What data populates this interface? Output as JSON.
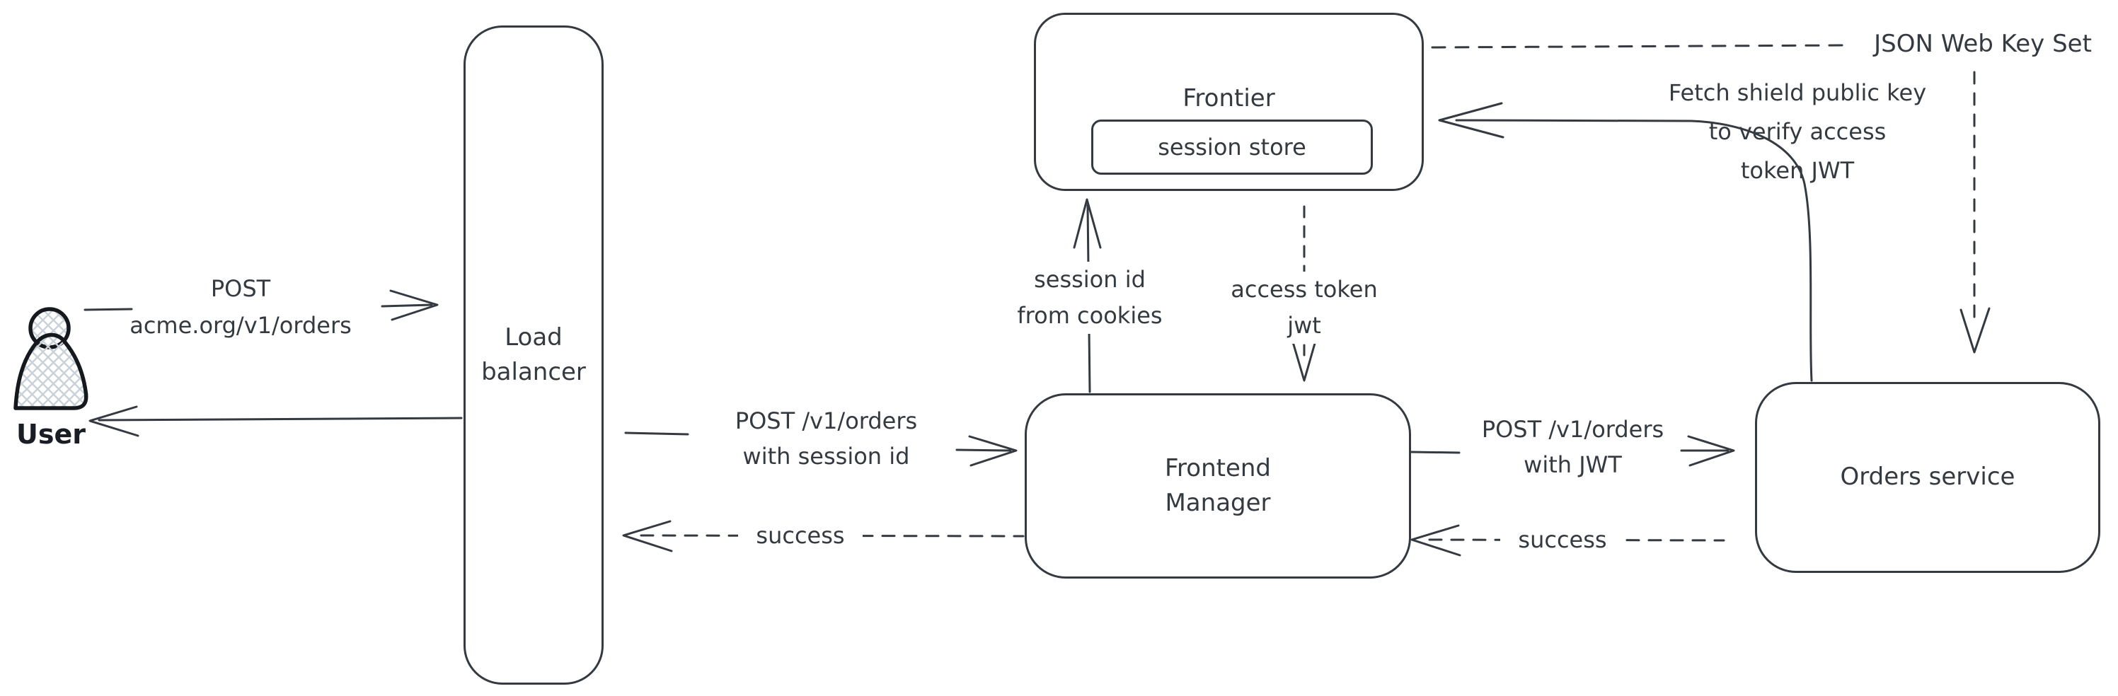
{
  "diagram_title": "Session-to-JWT request flow",
  "colors": {
    "ink": "#343a40",
    "user_ink": "#15181d",
    "hatch": "#c9d1d9",
    "background": "#ffffff"
  },
  "nodes": {
    "user": {
      "label": "User"
    },
    "load_balancer": {
      "line1": "Load",
      "line2": "balancer"
    },
    "frontier": {
      "title": "Frontier",
      "session_store": "session store"
    },
    "frontend_manager": {
      "line1": "Frontend",
      "line2": "Manager"
    },
    "orders_service": {
      "label": "Orders service"
    }
  },
  "edges": {
    "user_to_lb": {
      "line1": "POST",
      "line2": "acme.org/v1/orders"
    },
    "lb_to_fm": {
      "line1": "POST /v1/orders",
      "line2": "with session id"
    },
    "fm_to_lb": {
      "label": "success"
    },
    "fm_to_frontier": {
      "line1": "session id",
      "line2": "from cookies"
    },
    "frontier_to_fm": {
      "line1": "access token",
      "line2": "jwt"
    },
    "fm_to_orders": {
      "line1": "POST /v1/orders",
      "line2": "with JWT"
    },
    "orders_to_fm": {
      "label": "success"
    },
    "orders_to_frontier": {
      "line1": "Fetch shield public key",
      "line2": "to verify access",
      "line3": "token JWT"
    },
    "frontier_to_jwks": {
      "label": "JSON Web Key Set"
    }
  }
}
